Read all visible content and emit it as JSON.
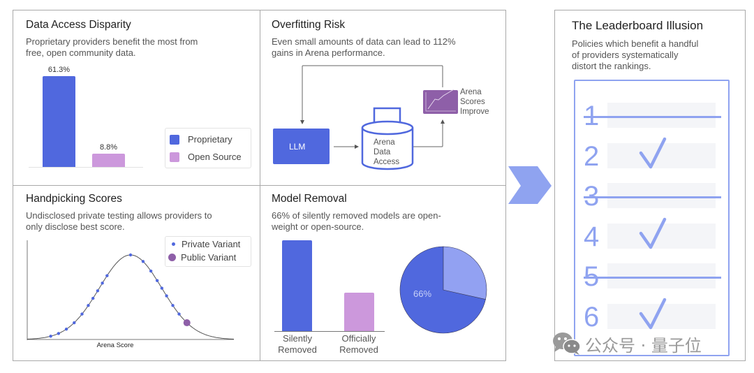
{
  "colors": {
    "proprietary": "#5068de",
    "open_source": "#cc98dc",
    "accent_light": "#8fa3f0",
    "pie_light": "#92a1f2",
    "score_icon": "#8e5fa8",
    "public_variant": "#8e5fa8",
    "private_variant": "#5068de"
  },
  "panels": {
    "data_access": {
      "title": "Data Access Disparity",
      "subtitle_line1": "Proprietary providers benefit the most from",
      "subtitle_line2": "free, open community data."
    },
    "overfitting": {
      "title": "Overfitting Risk",
      "subtitle_line1": "Even small amounts of data can lead to 112%",
      "subtitle_line2": "gains in Arena performance.",
      "llm_label": "LLM",
      "db_label_lines": [
        "Arena",
        "Data",
        "Access"
      ],
      "scores_label_lines": [
        "Arena",
        "Scores",
        "Improve"
      ]
    },
    "handpicking": {
      "title": "Handpicking Scores",
      "subtitle_line1": "Undisclosed private testing allows providers to",
      "subtitle_line2": "only disclose best score."
    },
    "model_removal": {
      "title": "Model Removal",
      "subtitle_line1": "66% of silently removed models are open-",
      "subtitle_line2": "weight or open-source."
    },
    "leaderboard": {
      "title": "The Leaderboard Illusion",
      "subtitle_line1": "Policies which benefit a handful",
      "subtitle_line2": "of providers systematically",
      "subtitle_line3": "distort the rankings.",
      "ranks": [
        {
          "number": "1",
          "status": "struck"
        },
        {
          "number": "2",
          "status": "checked"
        },
        {
          "number": "3",
          "status": "struck"
        },
        {
          "number": "4",
          "status": "checked"
        },
        {
          "number": "5",
          "status": "struck"
        },
        {
          "number": "6",
          "status": "checked"
        }
      ]
    }
  },
  "watermark": {
    "text": "公众号 · 量子位",
    "icon": "wechat-icon"
  },
  "chart_data": [
    {
      "type": "bar",
      "title": "Data Access Disparity",
      "categories": [
        "Proprietary",
        "Open Source"
      ],
      "values": [
        61.3,
        8.8
      ],
      "data_labels": [
        "61.3%",
        "8.8%"
      ],
      "legend": [
        "Proprietary",
        "Open Source"
      ],
      "legend_position": "bottom-right",
      "ylim": [
        0,
        61.3
      ],
      "grid": false
    },
    {
      "type": "line",
      "title": "Handpicking Scores",
      "xlabel": "Arena Score",
      "ylabel": "",
      "legend": [
        "Private Variant",
        "Public Variant"
      ],
      "legend_position": "top-right",
      "curve": "normal-distribution",
      "series": [
        {
          "name": "Private Variant",
          "x": [
            -2.55,
            -2.3,
            -2.05,
            -1.8,
            -1.55,
            -1.35,
            -1.2,
            -1.05,
            -0.9,
            -0.75,
            0,
            0.4,
            0.65,
            0.85,
            1.0,
            1.15,
            1.35,
            1.55
          ],
          "marker": "small-dot"
        },
        {
          "name": "Public Variant",
          "x": [
            1.8
          ],
          "marker": "large-dot"
        }
      ],
      "xlim": [
        -3.3,
        3.3
      ],
      "grid": false
    },
    {
      "type": "bar",
      "title": "Model Removal",
      "categories": [
        "Silently Removed",
        "Officially Removed"
      ],
      "category_label_lines": [
        [
          "Silently",
          "Removed"
        ],
        [
          "Officially",
          "Removed"
        ]
      ],
      "values": [
        1.0,
        0.42
      ],
      "value_units": "relative",
      "grid": false
    },
    {
      "type": "pie",
      "title": "Model Removal",
      "slices": [
        {
          "label": "open-weight / open-source",
          "value": 66,
          "display": "66%"
        },
        {
          "label": "other",
          "value": 34,
          "display": ""
        }
      ]
    }
  ]
}
